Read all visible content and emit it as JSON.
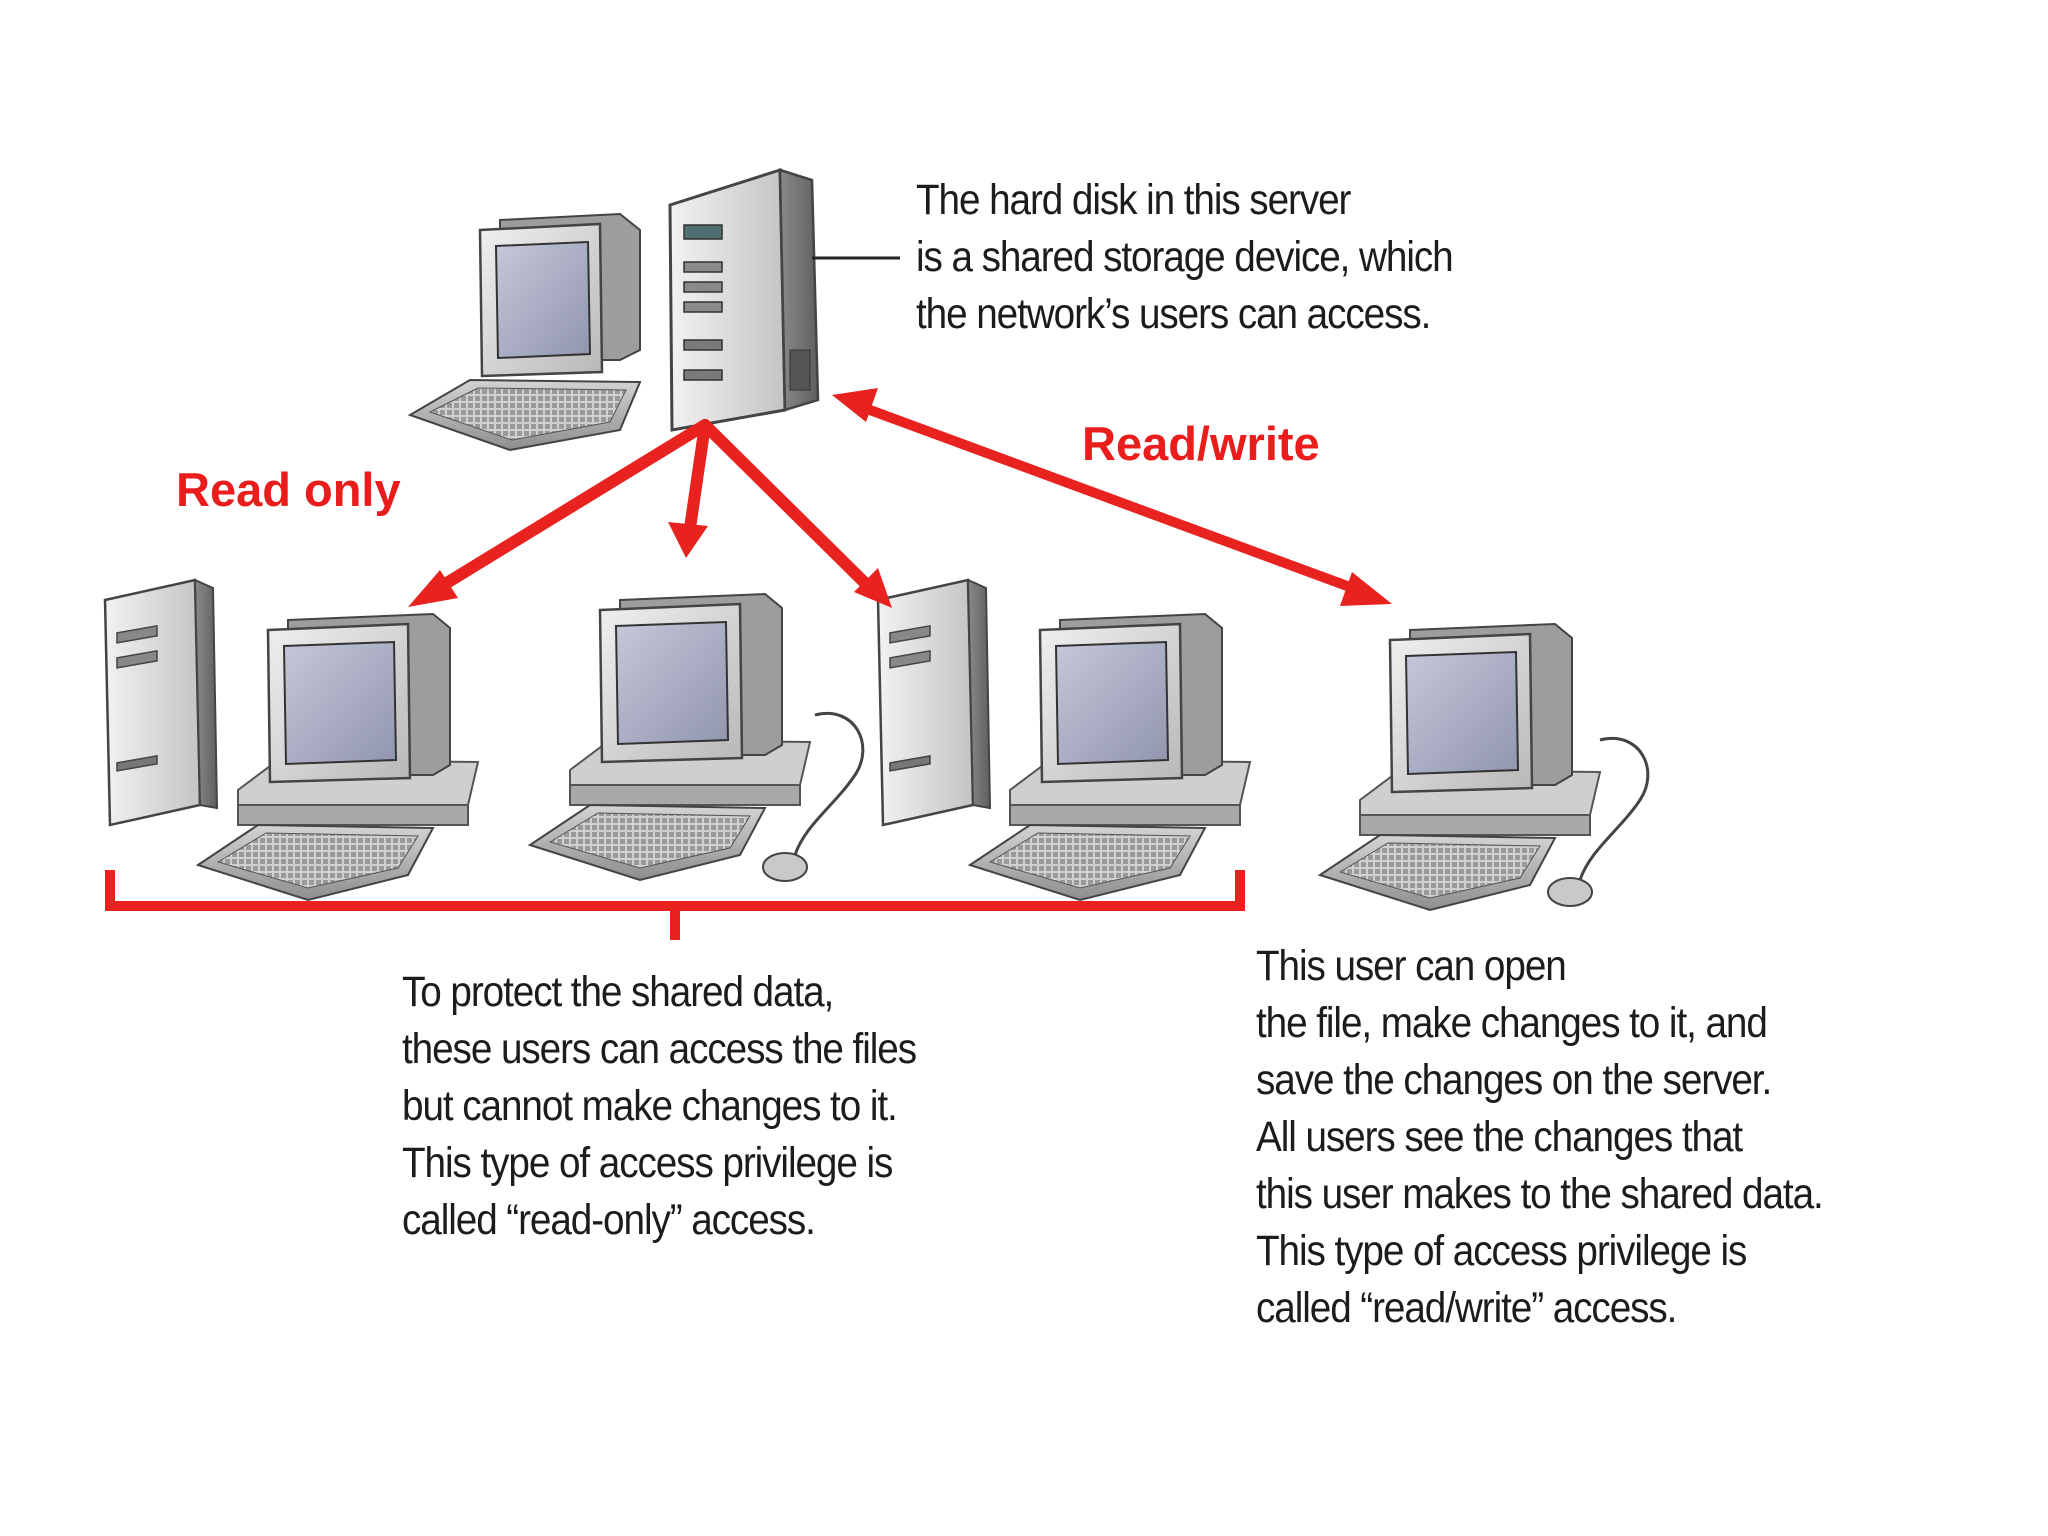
{
  "labels": {
    "read_only": "Read only",
    "read_write": "Read/write"
  },
  "callouts": {
    "server": [
      "The hard disk in this server",
      "is a shared storage device, which",
      "the network’s users can access."
    ],
    "read_only": [
      "To protect the shared data,",
      "these users can access the files",
      "but cannot make changes to it.",
      "This type of access privilege is",
      "called “read-only” access."
    ],
    "read_write": [
      "This user can open",
      "the file, make changes to it, and",
      "save the changes on the server.",
      "All users see the changes that",
      "this user makes to the shared data.",
      "This type of access privilege is",
      "called “read/write” access."
    ]
  },
  "colors": {
    "arrow_red": "#e8231f",
    "text": "#1c1c1c",
    "screen": "#aeb2c8",
    "case_light": "#e9e9e9",
    "case_mid": "#bdbdbd",
    "case_dark": "#7c7c7c"
  },
  "icons": {
    "server": "server-tower-icon",
    "workstation": "desktop-computer-icon",
    "desktop_with_tower": "desktop-tower-computer-icon"
  }
}
